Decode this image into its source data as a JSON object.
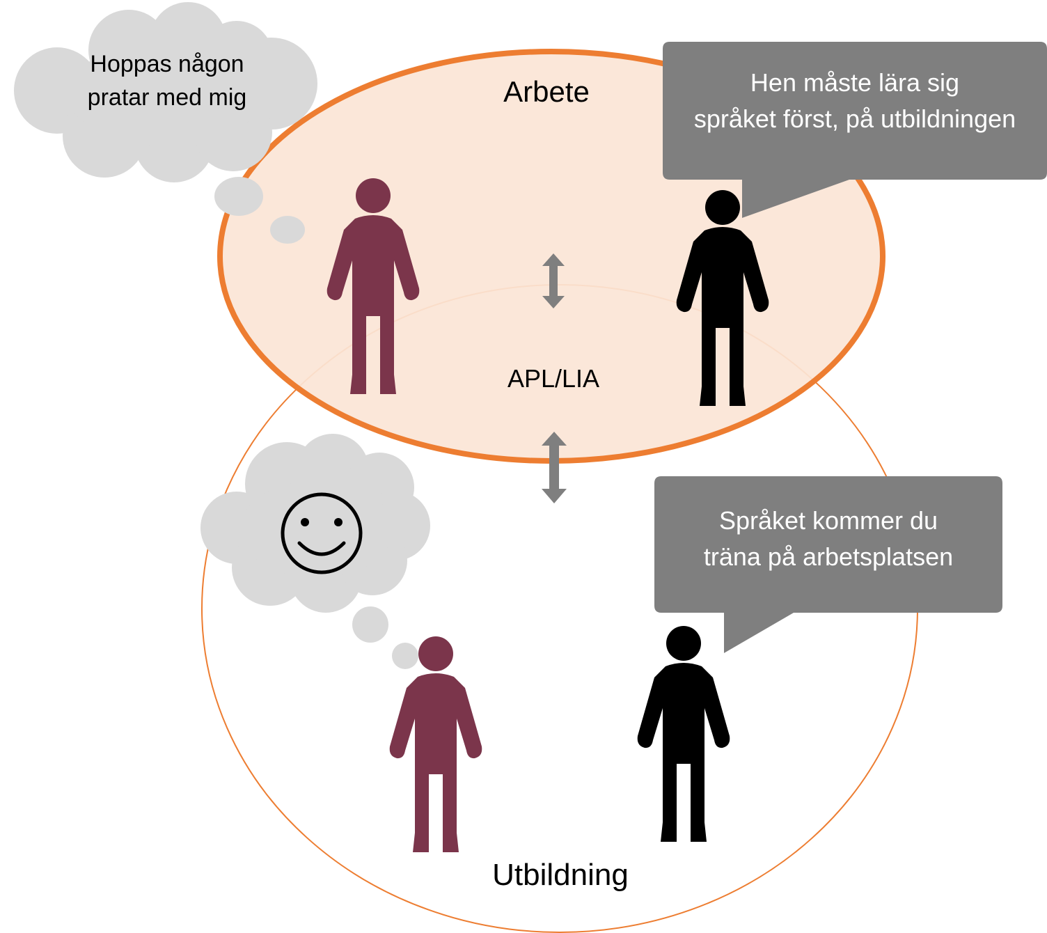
{
  "diagram": {
    "regions": {
      "work": "Arbete",
      "overlap": "APL/LIA",
      "education": "Utbildning"
    },
    "thought_bubbles": [
      {
        "text_lines": [
          "Hoppas någon",
          "pratar med mig"
        ]
      },
      {
        "icon": "smiley-face-icon"
      }
    ],
    "speech_bubbles": [
      {
        "text_lines": [
          "Hen måste lära sig",
          "språket först, på utbildningen"
        ]
      },
      {
        "text_lines": [
          "Språket kommer du",
          "träna på arbetsplatsen"
        ]
      }
    ],
    "colors": {
      "work_fill": "#fbe5d6",
      "outline": "#ed7d31",
      "learner": "#7b354b",
      "speaker": "#000000",
      "speech_bubble": "#7f7f7f",
      "thought_bubble": "#d9d9d9",
      "arrow": "#7f7f7f"
    }
  }
}
